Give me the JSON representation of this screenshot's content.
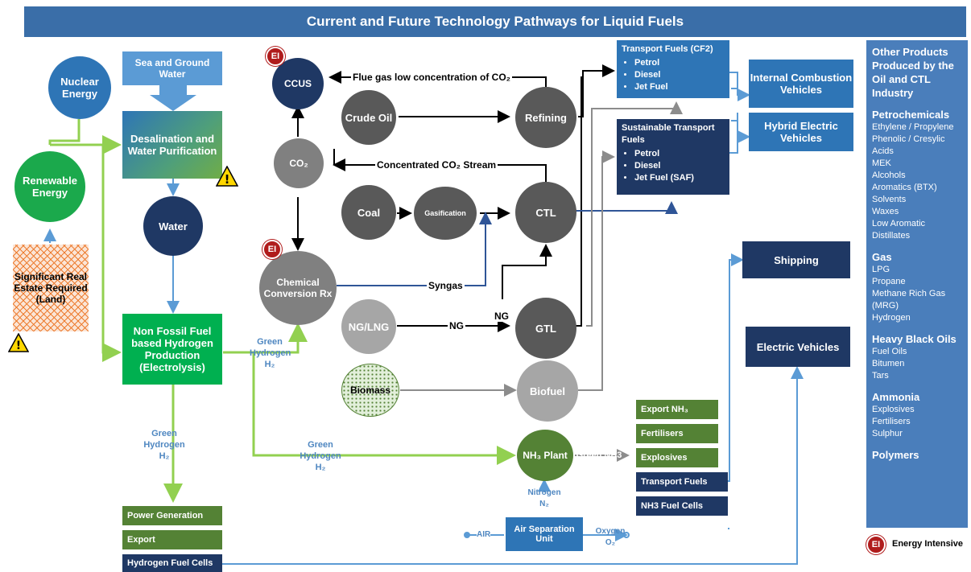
{
  "title": "Current and Future Technology Pathways for Liquid Fuels",
  "nodes": {
    "nuclear": "Nuclear Energy",
    "renewable": "Renewable Energy",
    "sea_water": "Sea and Ground Water",
    "desalination": "Desalination and Water Purification",
    "water": "Water",
    "land": "Significant Real Estate Required (Land)",
    "hydrogen_production": "Non Fossil Fuel based Hydrogen Production (Electrolysis)",
    "ccus": "CCUS",
    "co2": "CO₂",
    "chemical_conversion": "Chemical Conversion Rx",
    "crude_oil": "Crude Oil",
    "refining": "Refining",
    "coal": "Coal",
    "gasification": "Gasification",
    "ctl": "CTL",
    "ng_lng": "NG/LNG",
    "gtl": "GTL",
    "biomass": "Biomass",
    "biofuel": "Biofuel",
    "nh3_plant": "NH₃ Plant",
    "air_separation": "Air Separation Unit",
    "ice_vehicles": "Internal Combustion Vehicles",
    "hybrid_vehicles": "Hybrid Electric Vehicles",
    "shipping": "Shipping",
    "electric_vehicles": "Electric Vehicles",
    "ei_badge": "EI"
  },
  "transport_fuels": {
    "title": "Transport Fuels (CF2)",
    "items": [
      "Petrol",
      "Diesel",
      "Jet Fuel"
    ]
  },
  "sustainable_fuels": {
    "title": "Sustainable Transport Fuels",
    "items": [
      "Petrol",
      "Diesel",
      "Jet Fuel (SAF)"
    ]
  },
  "hydrogen_uses": [
    "Power Generation",
    "Export",
    "Hydrogen Fuel Cells"
  ],
  "nh3_uses": [
    "Export NH₃",
    "Fertilisers",
    "Explosives",
    "Transport Fuels",
    "NH3 Fuel Cells"
  ],
  "labels": {
    "flue_gas": "Flue gas low concentration of CO₂",
    "concentrated_co2": "Concentrated CO₂ Stream",
    "syngas": "Syngas",
    "ng1": "NG",
    "ng2": "NG",
    "green_h2_a": "Green Hydrogen H₂",
    "green_h2_b": "Green Hydrogen H₂",
    "green_h2_c": "Green Hydrogen H₂",
    "green_nh3": "Green NH3",
    "nitrogen": "Nitrogen N₂",
    "air": "AIR",
    "oxygen": "Oxygen O₂"
  },
  "side_panel": {
    "heading": "Other Products Produced by the Oil and CTL Industry",
    "groups": [
      {
        "title": "Petrochemicals",
        "items": [
          "Ethylene / Propylene",
          "Phenolic / Cresylic Acids",
          "MEK",
          "Alcohols",
          "Aromatics (BTX)",
          "Solvents",
          "Waxes",
          "Low Aromatic Distillates"
        ]
      },
      {
        "title": "Gas",
        "items": [
          "LPG",
          "Propane",
          "Methane Rich Gas (MRG)",
          "Hydrogen"
        ]
      },
      {
        "title": "Heavy Black Oils",
        "items": [
          "Fuel Oils",
          "Bitumen",
          "Tars"
        ]
      },
      {
        "title": "Ammonia",
        "items": [
          "Explosives",
          "Fertilisers",
          "Sulphur"
        ]
      },
      {
        "title": "Polymers",
        "items": []
      }
    ]
  },
  "legend": {
    "badge": "EI",
    "text": "Energy Intensive"
  },
  "colors": {
    "header": "#3a6ea8",
    "dark_navy": "#1f3864",
    "mid_blue": "#2e75b6",
    "green": "#1ba94c",
    "dark_green": "#548235",
    "gray_dark": "#595959",
    "gray_mid": "#7f7f7f",
    "gray_light": "#a6a6a6",
    "ei_red": "#b01c1c"
  }
}
